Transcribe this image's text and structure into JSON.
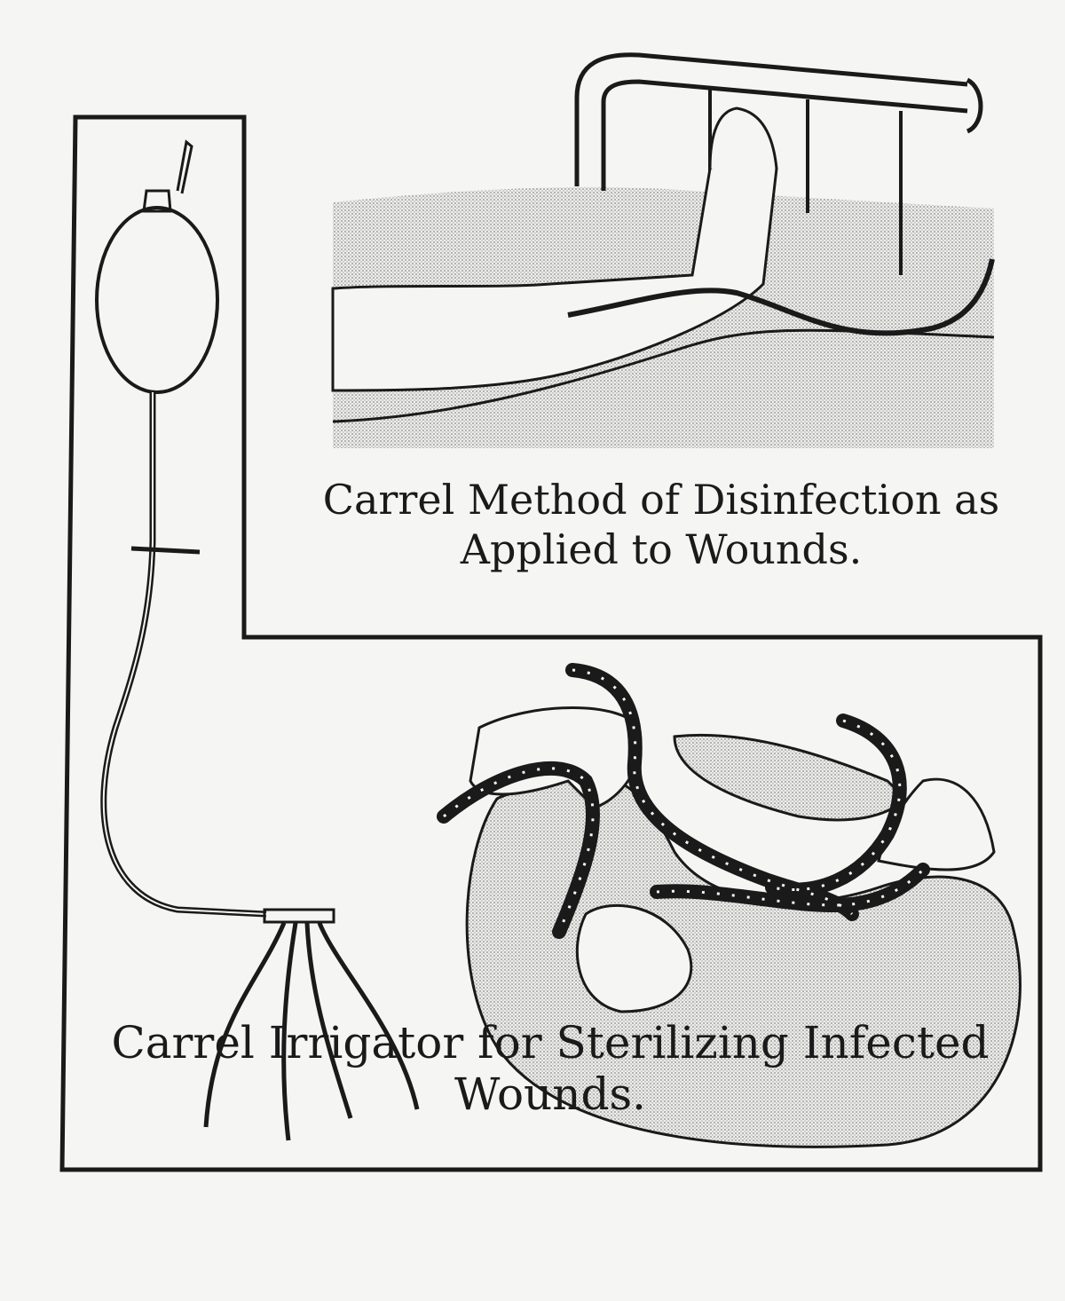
{
  "captions": {
    "top": {
      "line1": "Carrel Method of Disinfection as",
      "line2": "Applied to Wounds."
    },
    "bottom": {
      "line1": "Carrel Irrigator for Sterilizing Infected",
      "line2": "Wounds."
    }
  },
  "colors": {
    "ink": "#1a1a1a",
    "paper": "#f5f5f3",
    "stipple": "#c8c8c4"
  }
}
